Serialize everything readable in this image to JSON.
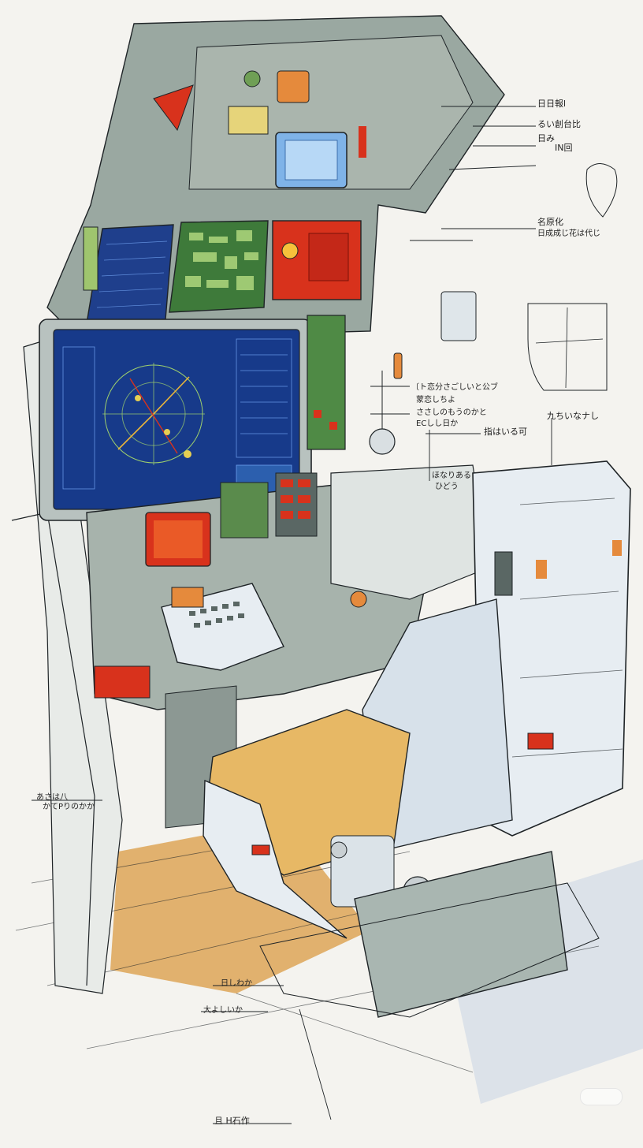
{
  "artwork": {
    "subject": "sketch",
    "palette": {
      "paper": "#f4f3ef",
      "ink": "#1e2326",
      "panel_grey": "#8f9c96",
      "screen_blue": "#1f3f8c",
      "circuit_green": "#3e7a3a",
      "alert_red": "#d8321c",
      "seat_white": "#e7edf2",
      "cushion_amber": "#e7b865",
      "floor_amber": "#d99a45"
    }
  },
  "annotations": [
    {
      "id": "a1",
      "text": "日日報l"
    },
    {
      "id": "a2",
      "text": "るい創台比"
    },
    {
      "id": "a3",
      "text": "日み"
    },
    {
      "id": "a4",
      "text": "IN回"
    },
    {
      "id": "a5",
      "text": "名原化"
    },
    {
      "id": "a6",
      "text": "日成成じ花は代じ"
    },
    {
      "id": "a7",
      "text": "〔ト恋分さごしいと公ブ"
    },
    {
      "id": "a8",
      "text": "蒙恋しちよ"
    },
    {
      "id": "a9",
      "text": "ささしのもうのかと"
    },
    {
      "id": "a10",
      "text": "ECしし日か"
    },
    {
      "id": "a11",
      "text": "指はいる可"
    },
    {
      "id": "a12",
      "text": "九ちいなナし"
    },
    {
      "id": "a13",
      "text": "ほなりある"
    },
    {
      "id": "a14",
      "text": "ひどう"
    },
    {
      "id": "a15",
      "text": "あさは八"
    },
    {
      "id": "a16",
      "text": "かてPりのかか"
    },
    {
      "id": "a17",
      "text": "日しわか"
    },
    {
      "id": "a18",
      "text": "大よしいか"
    },
    {
      "id": "a19",
      "text": "且 H石作"
    }
  ]
}
